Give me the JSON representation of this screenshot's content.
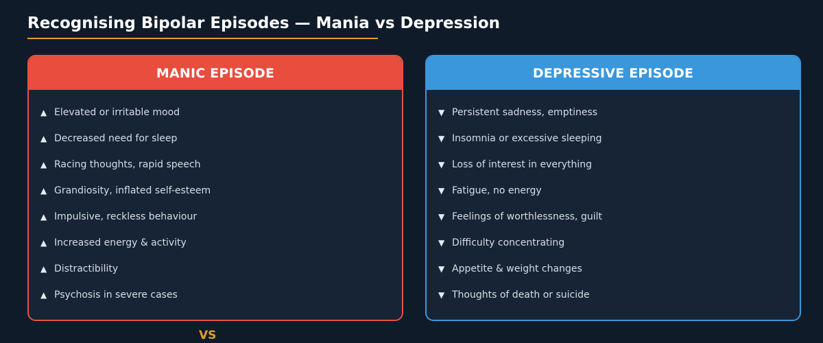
{
  "title": "Recognising Bipolar Episodes — Mania vs Depression",
  "colors": {
    "background": "#101b2a",
    "panel_background": "#172436",
    "manic_accent": "#e84d3d",
    "depressive_accent": "#3a97dc",
    "highlight": "#e0a02a"
  },
  "manic": {
    "heading": "MANIC EPISODE",
    "icon": "triangle-up-icon",
    "items": [
      {
        "marker": "▲",
        "text": "Elevated or irritable mood"
      },
      {
        "marker": "▲",
        "text": "Decreased need for sleep"
      },
      {
        "marker": "▲",
        "text": "Racing thoughts, rapid speech"
      },
      {
        "marker": "▲",
        "text": "Grandiosity, inflated self-esteem"
      },
      {
        "marker": "▲",
        "text": "Impulsive, reckless behaviour"
      },
      {
        "marker": "▲",
        "text": "Increased energy & activity"
      },
      {
        "marker": "▲",
        "text": "Distractibility"
      },
      {
        "marker": "▲",
        "text": "Psychosis in severe cases"
      }
    ]
  },
  "depressive": {
    "heading": "DEPRESSIVE EPISODE",
    "icon": "triangle-down-icon",
    "items": [
      {
        "marker": "▼",
        "text": "Persistent sadness, emptiness"
      },
      {
        "marker": "▼",
        "text": "Insomnia or excessive sleeping"
      },
      {
        "marker": "▼",
        "text": "Loss of interest in everything"
      },
      {
        "marker": "▼",
        "text": "Fatigue, no energy"
      },
      {
        "marker": "▼",
        "text": "Feelings of worthlessness, guilt"
      },
      {
        "marker": "▼",
        "text": "Difficulty concentrating"
      },
      {
        "marker": "▼",
        "text": "Appetite & weight changes"
      },
      {
        "marker": "▼",
        "text": "Thoughts of death or suicide"
      }
    ]
  },
  "vs_label": "VS"
}
